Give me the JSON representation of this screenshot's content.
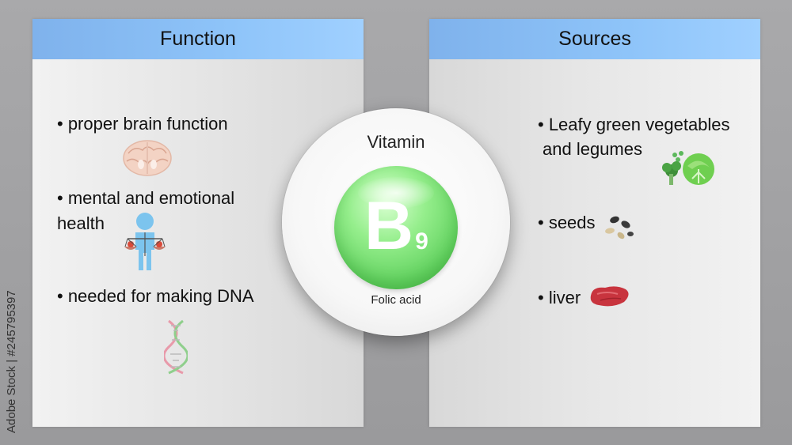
{
  "function_panel": {
    "title": "Function",
    "items": [
      {
        "text": "• proper brain function",
        "icon": "brain-icon"
      },
      {
        "text": "• mental and emotional",
        "text2": "health",
        "icon": "balance-person-icon"
      },
      {
        "text": "• needed for making DNA",
        "icon": "dna-icon"
      }
    ]
  },
  "center": {
    "label_top": "Vitamin",
    "symbol": "B",
    "subscript": "9",
    "label_bottom": "Folic acid",
    "sphere_color": "#66d463"
  },
  "sources_panel": {
    "title": "Sources",
    "items": [
      {
        "text": "• Leafy green vegetables",
        "text2": "and legumes",
        "icon": "broccoli-cabbage-icon"
      },
      {
        "text": "• seeds",
        "icon": "seeds-icon"
      },
      {
        "text": "• liver",
        "icon": "liver-icon"
      }
    ]
  },
  "watermark": "Adobe Stock | #245795397",
  "colors": {
    "header": "#8ec4f9",
    "background": "#a9a9ab"
  }
}
